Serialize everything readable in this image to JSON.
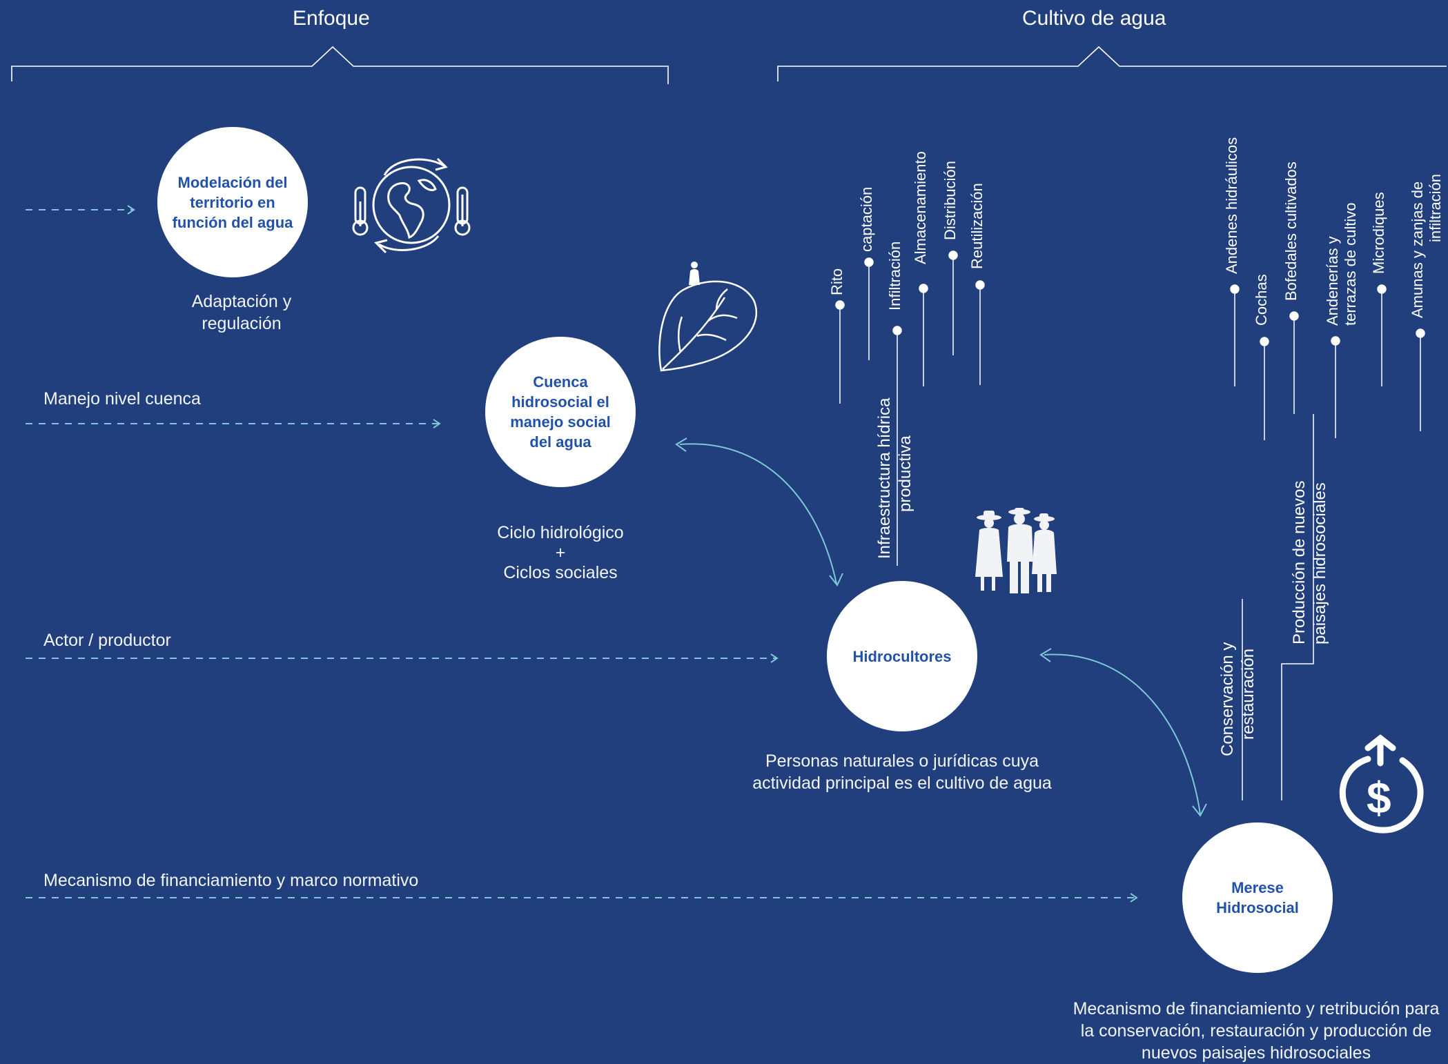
{
  "headers": {
    "left": "Enfoque",
    "right": "Cultivo de agua"
  },
  "rows": {
    "manejo": "Manejo nivel cuenca",
    "actor": "Actor / productor",
    "mecanismo": "Mecanismo de financiamiento y marco normativo"
  },
  "nodes": {
    "modelacion": "Modelación del territorio en función del agua",
    "cuenca": "Cuenca hidrosocial el manejo social del agua",
    "hidrocultores": "Hidrocultores",
    "merese": "Merese Hidrosocial"
  },
  "captions": {
    "modelacion": "Adaptación y regulación",
    "cuenca_1": "Ciclo hidrológico",
    "cuenca_2": "+",
    "cuenca_3": "Ciclos sociales",
    "hidrocultores": "Personas naturales o jurídicas cuya actividad principal es el cultivo de agua",
    "merese": "Mecanismo de financiamiento y retribución para la conservación, restauración y producción de nuevos paisajes hidrosociales"
  },
  "infra": {
    "title_1": "Infraestructura hídrica",
    "title_2": "productiva",
    "items": [
      "Rito",
      "captación",
      "Infiltración",
      "Almacenamiento",
      "Distribución",
      "Reutilización"
    ]
  },
  "paisajes": {
    "title_1": "Producción de nuevos",
    "title_2": "paisajes hidrosociales",
    "items": [
      "Andenes hidráulicos",
      "Cochas",
      "Bofedales cultivados",
      "Andenerías y",
      "terrazas de cultivo",
      "Microdiques",
      "Amunas y zanjas de",
      "infiltración"
    ]
  },
  "conservacion": {
    "title_1": "Conservación y",
    "title_2": "restauración"
  },
  "icons": [
    "climate-globe-icon",
    "watershed-leaf-icon",
    "farmers-group-icon",
    "money-cycle-icon"
  ],
  "colors": {
    "background": "#213f7c",
    "node_text": "#2152a8",
    "arrow": "#7ec8d8",
    "line": "#ffffff"
  }
}
